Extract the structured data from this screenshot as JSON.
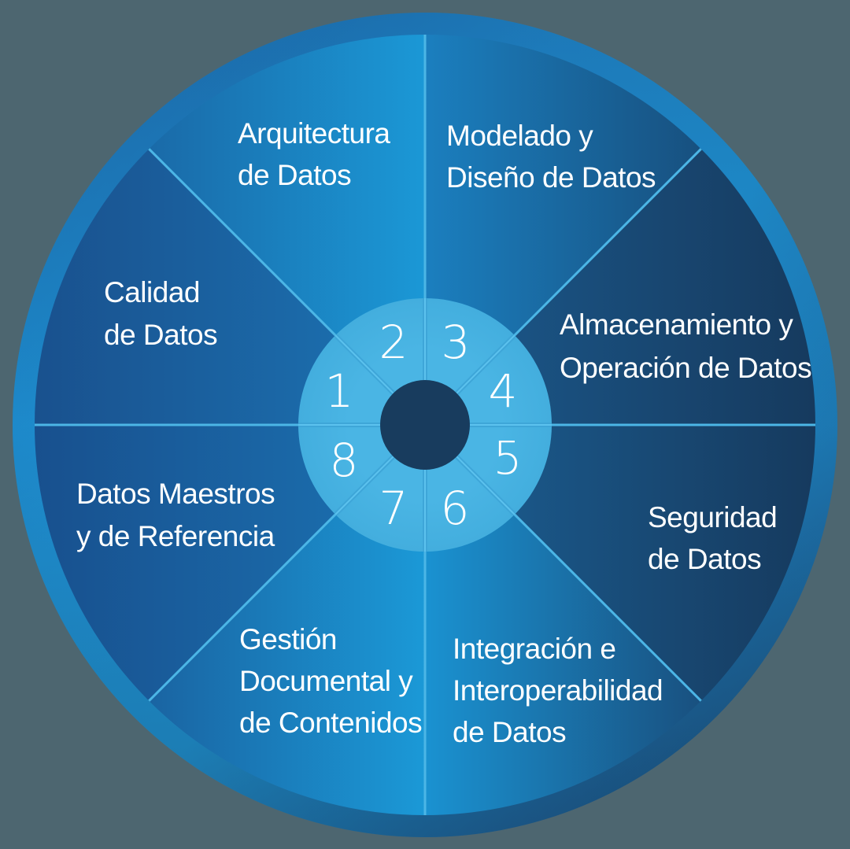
{
  "diagram": {
    "type": "segmented-wheel",
    "segment_count": 8,
    "colors": {
      "background": "#4d6670",
      "outer_ring_light": "#1e96d4",
      "outer_ring_dark": "#173f63",
      "segment_light": "#1a94d2",
      "segment_dark": "#173f63",
      "divider": "#4cb6e6",
      "inner_ring": "#4ab3e2",
      "center_disc": "#183c5e",
      "text": "#ffffff"
    },
    "segments": [
      {
        "number": "1",
        "lines": [
          "Calidad",
          "de Datos"
        ]
      },
      {
        "number": "2",
        "lines": [
          "Arquitectura",
          "de Datos"
        ]
      },
      {
        "number": "3",
        "lines": [
          "Modelado y",
          "Diseño de Datos"
        ]
      },
      {
        "number": "4",
        "lines": [
          "Almacenamiento y",
          "Operación de Datos"
        ]
      },
      {
        "number": "5",
        "lines": [
          "Seguridad",
          "de Datos"
        ]
      },
      {
        "number": "6",
        "lines": [
          "Integración e",
          "Interoperabilidad",
          "de Datos"
        ]
      },
      {
        "number": "7",
        "lines": [
          "Gestión",
          "Documental y",
          "de Contenidos"
        ]
      },
      {
        "number": "8",
        "lines": [
          "Datos Maestros",
          "y de Referencia"
        ]
      }
    ]
  }
}
